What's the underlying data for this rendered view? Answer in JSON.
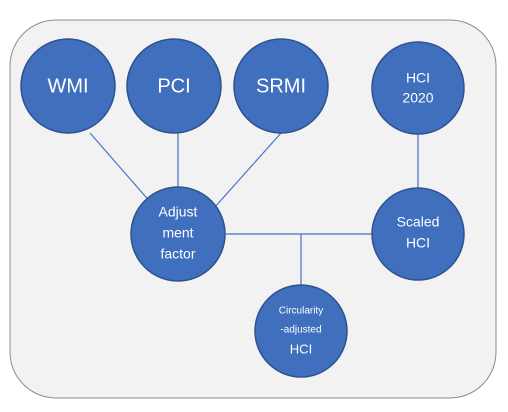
{
  "diagram": {
    "colors": {
      "panel_fill": "#f2f2f2",
      "panel_stroke": "#8c8c8c",
      "node_fill": "#3f6fbd",
      "node_stroke": "#2f528f",
      "edge": "#4472c4",
      "label": "#ffffff"
    },
    "nodes": {
      "wmi": {
        "label": "WMI"
      },
      "pci": {
        "label": "PCI"
      },
      "srmi": {
        "label": "SRMI"
      },
      "hci2020": {
        "line1": "HCI",
        "line2": "2020"
      },
      "adjustment": {
        "line1": "Adjust",
        "line2": "ment",
        "line3": "factor"
      },
      "scaled": {
        "line1": "Scaled",
        "line2": "HCI"
      },
      "circularity": {
        "line1": "Circularity",
        "line2": "-adjusted",
        "line3": "HCI"
      }
    },
    "edges": [
      {
        "from": "wmi",
        "to": "adjustment"
      },
      {
        "from": "pci",
        "to": "adjustment"
      },
      {
        "from": "srmi",
        "to": "adjustment"
      },
      {
        "from": "hci2020",
        "to": "scaled"
      },
      {
        "from": "adjustment",
        "to": "scaled"
      },
      {
        "from": "adjustment-scaled-link",
        "to": "circularity"
      }
    ]
  }
}
